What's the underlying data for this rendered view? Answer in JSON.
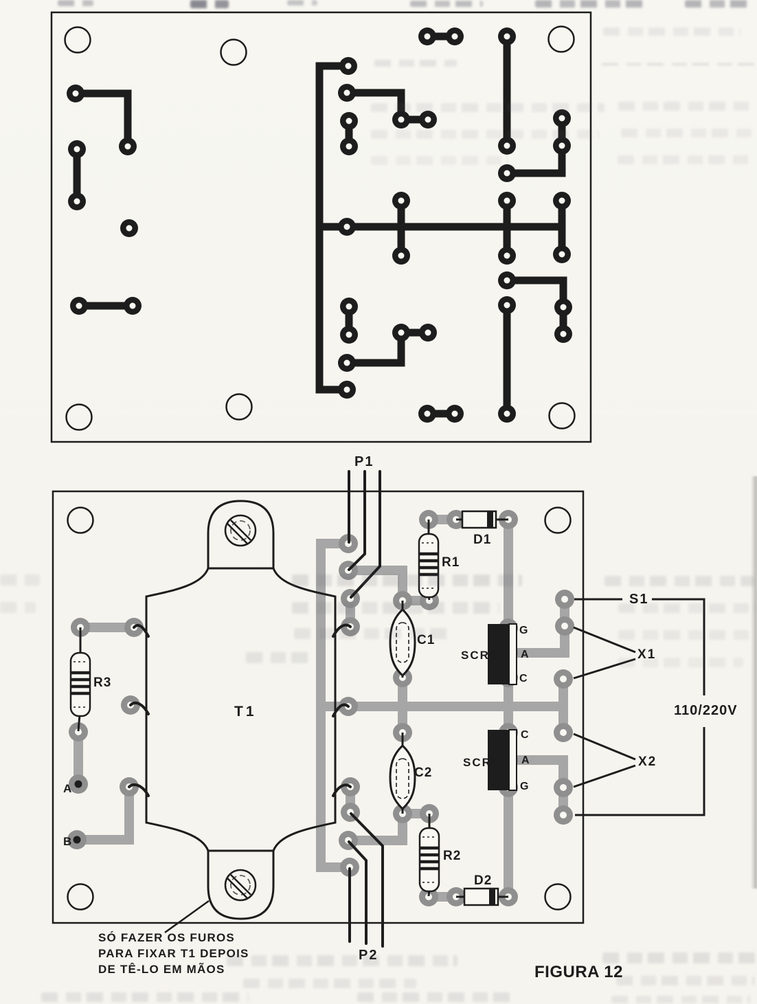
{
  "figure_caption": "FIGURA 12",
  "note": {
    "line1": "SÓ FAZER OS FUROS",
    "line2": "PARA FIXAR T1 DEPOIS",
    "line3": "DE TÊ-LO EM MÃOS"
  },
  "labels": {
    "p1": "P1",
    "p2": "P2",
    "t1": "T1",
    "r1": "R1",
    "r2": "R2",
    "r3": "R3",
    "c1": "C1",
    "c2": "C2",
    "d1": "D1",
    "d2": "D2",
    "scr1": "SCR1",
    "scr2": "SCR2",
    "scr1_g": "G",
    "scr1_a": "A",
    "scr1_c": "C",
    "scr2_c": "C",
    "scr2_a": "A",
    "scr2_g": "G",
    "s1": "S1",
    "x1": "X1",
    "x2": "X2",
    "voltage": "110/220V",
    "point_a": "A",
    "point_b": "B"
  },
  "components": [
    {
      "id": "T1",
      "type": "power-transformer"
    },
    {
      "id": "R1",
      "type": "resistor"
    },
    {
      "id": "R2",
      "type": "resistor"
    },
    {
      "id": "R3",
      "type": "resistor"
    },
    {
      "id": "C1",
      "type": "capacitor"
    },
    {
      "id": "C2",
      "type": "capacitor"
    },
    {
      "id": "D1",
      "type": "diode"
    },
    {
      "id": "D2",
      "type": "diode"
    },
    {
      "id": "SCR1",
      "type": "scr",
      "pins": [
        "G",
        "A",
        "C"
      ]
    },
    {
      "id": "SCR2",
      "type": "scr",
      "pins": [
        "C",
        "A",
        "G"
      ]
    },
    {
      "id": "P1",
      "type": "wire-group"
    },
    {
      "id": "P2",
      "type": "wire-group"
    },
    {
      "id": "S1",
      "type": "external-connection-callout"
    },
    {
      "id": "X1",
      "type": "external-connection-callout"
    },
    {
      "id": "X2",
      "type": "external-connection-callout"
    }
  ],
  "colors": {
    "ink": "#1d1d1d",
    "copper_trace": "#a6a6a6",
    "copper_pad": "#8f8f8f",
    "hole": "#f8f7f2",
    "paper": "#f6f5ef"
  }
}
